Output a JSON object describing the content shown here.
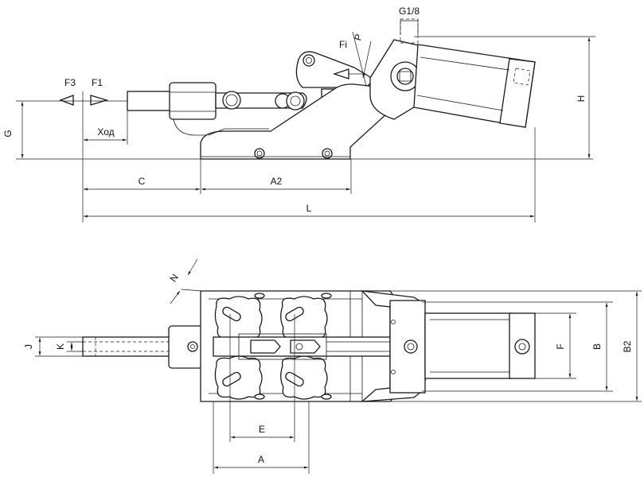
{
  "side_view": {
    "labels": {
      "g18": "G1/8",
      "p": "P",
      "fi": "Fi",
      "f3": "F3",
      "f1": "F1",
      "h": "H",
      "g": "G",
      "stroke": "Ход",
      "c": "C",
      "a2": "A2",
      "l": "L"
    }
  },
  "top_view": {
    "labels": {
      "n": "N",
      "j": "J",
      "k": "K",
      "e": "E",
      "a": "A",
      "f": "F",
      "b": "B",
      "b2": "B2"
    }
  }
}
